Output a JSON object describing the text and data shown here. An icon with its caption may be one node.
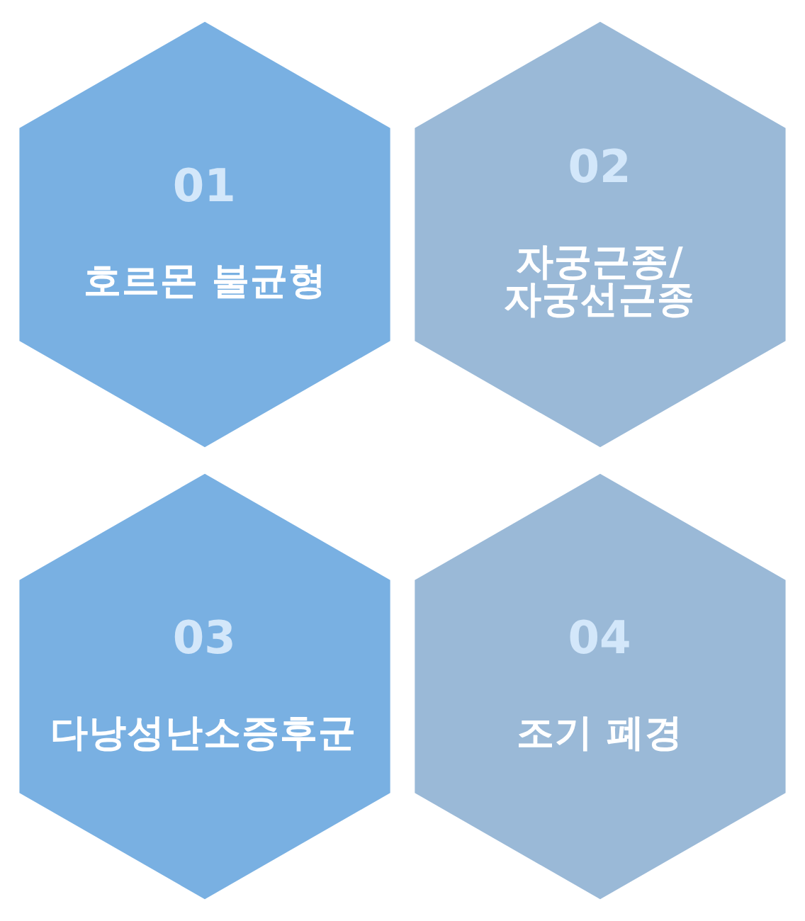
{
  "diagram": {
    "nodes": [
      {
        "text": [
          "01",
          "호르몬 불균형"
        ]
      },
      {
        "text": [
          "02",
          "자궁근종/ 자궁선근종"
        ]
      },
      {
        "text": [
          "03",
          "다낭성난소증후군"
        ]
      },
      {
        "text": [
          "04",
          "조기 폐경"
        ]
      }
    ]
  }
}
